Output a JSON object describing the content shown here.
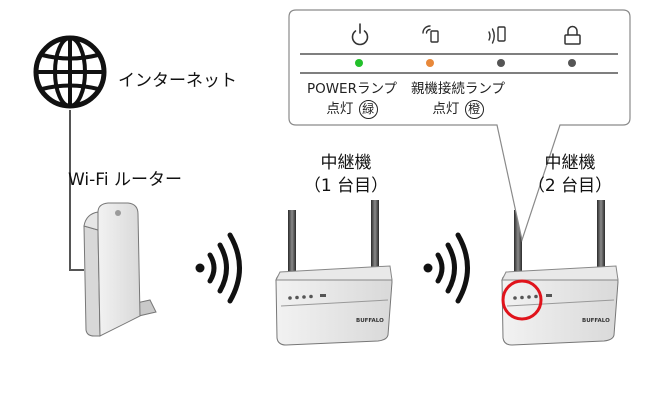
{
  "labels": {
    "internet": "インターネット",
    "router": "Wi-Fi ルーター",
    "repeater1_line1": "中継機",
    "repeater1_line2": "（1 台目）",
    "repeater2_line1": "中継機",
    "repeater2_line2": "（2 台目）",
    "device_brand": "BUFFALO"
  },
  "led_panel": {
    "icons": [
      "power-icon",
      "parent-connection-icon",
      "wireless-device-icon",
      "lock-icon"
    ],
    "leds": [
      {
        "name": "power",
        "color": "#22c02a"
      },
      {
        "name": "parent-connection",
        "color": "#e8883a"
      },
      {
        "name": "wireless",
        "color": "#555555"
      },
      {
        "name": "lock",
        "color": "#555555"
      }
    ],
    "power_label": "POWERランプ",
    "power_state": "点灯",
    "power_color_word": "緑",
    "parent_label": "親機接続ランプ",
    "parent_state": "点灯",
    "parent_color_word": "橙"
  },
  "colors": {
    "highlight": "#e0131b",
    "power_led": "#22c02a",
    "parent_led": "#e8883a"
  }
}
